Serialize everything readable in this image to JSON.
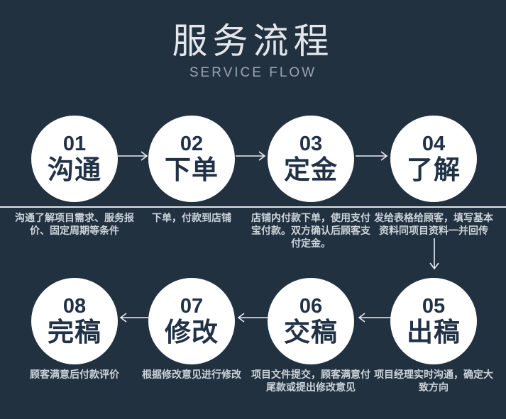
{
  "header": {
    "title": "服务流程",
    "subtitle": "SERVICE FLOW"
  },
  "steps": [
    {
      "number": "01",
      "label": "沟通",
      "description": "沟通了解项目需求、服务报价、固定周期等条件"
    },
    {
      "number": "02",
      "label": "下单",
      "description": "下单，付款到店铺"
    },
    {
      "number": "03",
      "label": "定金",
      "description": "店铺内付款下单，使用支付宝付款。双方确认后顾客支付定金。"
    },
    {
      "number": "04",
      "label": "了解",
      "description": "发给表格给顾客，填写基本资料同项目资料一并回传"
    },
    {
      "number": "05",
      "label": "出稿",
      "description": "项目经理实时沟通，确定大致方向"
    },
    {
      "number": "06",
      "label": "交稿",
      "description": "项目文件提交，顾客满意付尾款或提出修改意见"
    },
    {
      "number": "07",
      "label": "修改",
      "description": "根据修改意见进行修改"
    },
    {
      "number": "08",
      "label": "完稿",
      "description": "顾客满意后付款评价"
    }
  ],
  "colors": {
    "background": "#223140",
    "circle_fill": "#ffffff",
    "circle_text": "#213146",
    "title_text": "#e3e7eb",
    "subtitle_text": "#9ba6b1",
    "description_text": "#ccd3da",
    "arrow": "#e9edf0",
    "divider": "#dfe4e8"
  }
}
